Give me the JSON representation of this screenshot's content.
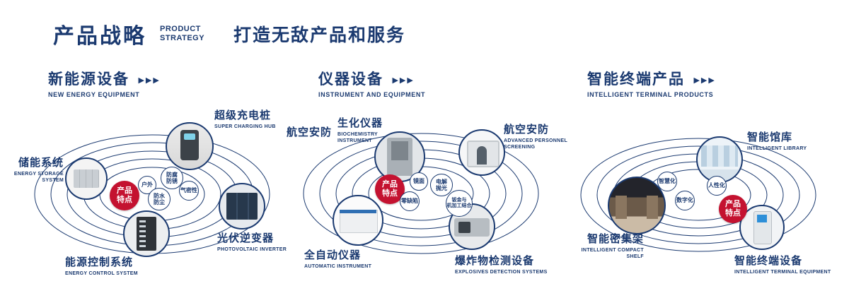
{
  "colors": {
    "primary": "#1b3a70",
    "badge_red": "#c41230"
  },
  "icons": {
    "triple_arrow": "▶▶▶"
  },
  "header": {
    "title": "产品战略",
    "subtitle_line1": "PRODUCT",
    "subtitle_line2": "STRATEGY",
    "tagline": "打造无敌产品和服务"
  },
  "sections": [
    {
      "title": "新能源设备",
      "subtitle": "NEW ENERGY EQUIPMENT",
      "badge": "产品\n特点",
      "features": [
        "户外",
        "防腐\n防锈",
        "气密性",
        "防水\n防尘"
      ],
      "products": [
        {
          "name": "超级充电桩",
          "en": "SUPER CHARGING HUB"
        },
        {
          "name": "储能系统",
          "en": "ENERGY STORAGE SYSTEM"
        },
        {
          "name": "光伏逆变器",
          "en": "PHOTOVOLTAIC INVERTER"
        },
        {
          "name": "能源控制系统",
          "en": "ENERGY CONTROL SYSTEM"
        }
      ]
    },
    {
      "title": "仪器设备",
      "subtitle": "INSTRUMENT AND EQUIPMENT",
      "badge": "产品\n特点",
      "side_label": "航空安防",
      "features": [
        "镜面",
        "电解\n抛光",
        "零缺陷",
        "钣金与\n机加工结合"
      ],
      "products": [
        {
          "name": "生化仪器",
          "en": "BIOCHEMISTRY INSTRUMENT"
        },
        {
          "name": "航空安防",
          "en": "ADVANCED PERSONNEL SCREENING"
        },
        {
          "name": "全自动仪器",
          "en": "AUTOMATIC INSTRUMENT"
        },
        {
          "name": "爆炸物检测设备",
          "en": "EXPLOSIVES DETECTION SYSTEMS"
        }
      ]
    },
    {
      "title": "智能终端产品",
      "subtitle": "INTELLIGENT TERMINAL PRODUCTS",
      "badge": "产品\n特点",
      "features": [
        "智慧化",
        "人性化",
        "数字化"
      ],
      "products": [
        {
          "name": "智能馆库",
          "en": "INTELLIGENT LIBRARY"
        },
        {
          "name": "智能密集架",
          "en": "INTELLIGENT COMPACT SHELF"
        },
        {
          "name": "智能终端设备",
          "en": "INTELLIGENT TERMINAL EQUIPMENT"
        }
      ]
    }
  ]
}
